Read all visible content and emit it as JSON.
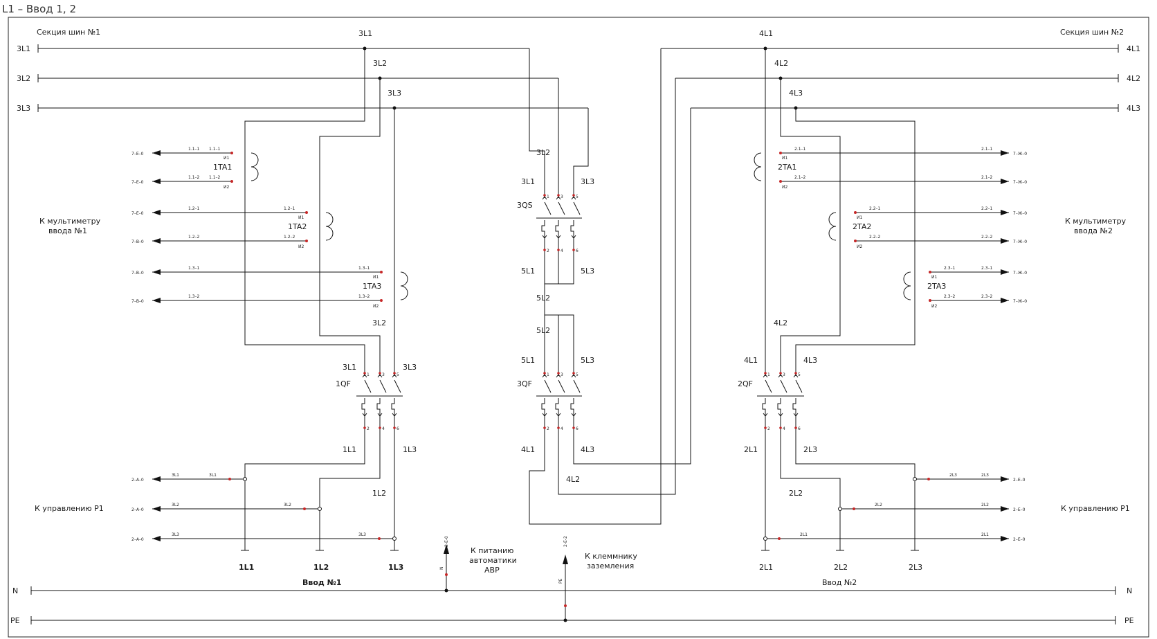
{
  "title": "L1 – Ввод 1, 2",
  "bus": {
    "section1": "Секция шин №1",
    "section2": "Секция шин №2",
    "left_labels": [
      "3L1",
      "3L2",
      "3L3"
    ],
    "right_labels": [
      "4L1",
      "4L2",
      "4L3"
    ],
    "n": "N",
    "pe": "PE"
  },
  "tap_labels_left": [
    "3L1",
    "3L2",
    "3L3"
  ],
  "tap_labels_right": [
    "4L1",
    "4L2",
    "4L3"
  ],
  "ct": {
    "names_left": [
      "1TA1",
      "1TA2",
      "1TA3"
    ],
    "names_right": [
      "2TA1",
      "2TA2",
      "2TA3"
    ],
    "i1": "И1",
    "i2": "И2",
    "left_wires": [
      [
        "1.1–1",
        "1.1–1",
        "7–Е–0"
      ],
      [
        "1.1–2",
        "1.1–2",
        "7–Е–0"
      ],
      [
        "1.2–1",
        "1.2–1",
        "7–Е–0"
      ],
      [
        "1.2–2",
        "1.2–2",
        "7–В–0"
      ],
      [
        "1.3–1",
        "1.3–1",
        "7–В–0"
      ],
      [
        "1.3–2",
        "1.3–2",
        "7–В–0"
      ]
    ],
    "right_wires": [
      [
        "2.1–1",
        "2.1–1",
        "7–Ж–0"
      ],
      [
        "2.1–2",
        "2.1–2",
        "7–Ж–0"
      ],
      [
        "2.2–1",
        "2.2–1",
        "7–Ж–0"
      ],
      [
        "2.2–2",
        "2.2–2",
        "7–Ж–0"
      ],
      [
        "2.3–1",
        "2.3–1",
        "7–Ж–0"
      ],
      [
        "2.3–2",
        "2.3–2",
        "7–Ж–0"
      ]
    ],
    "meter_left": [
      "К мультиметру",
      "ввода №1"
    ],
    "meter_right": [
      "К мультиметру",
      "ввода №2"
    ]
  },
  "switches": {
    "qs_name": "3QS",
    "qf_left": "1QF",
    "qf_mid": "3QF",
    "qf_right": "2QF",
    "pins_top": [
      "1",
      "3",
      "5"
    ],
    "pins_bottom": [
      "2",
      "4",
      "6"
    ]
  },
  "middle_labels": {
    "qs_top": [
      "3L1",
      "3L2",
      "3L3"
    ],
    "qs_bottom": [
      "5L1",
      "5L3"
    ],
    "mid_5l2a": "5L2",
    "mid_5l2b": "5L2",
    "qf_top": [
      "5L1",
      "5L3"
    ],
    "qf_bottom": [
      "4L1",
      "4L3"
    ],
    "qf_4l2": "4L2"
  },
  "feeder_left": {
    "l2_top": "3L2",
    "qf_top": [
      "3L1",
      "3L3"
    ],
    "qf_bottom": [
      "1L1",
      "1L3"
    ],
    "l2_bottom": "1L2",
    "ends": [
      "1L1",
      "1L2",
      "1L3"
    ],
    "ctrl_wires": [
      [
        "3L1",
        "3L1",
        "2–А–0"
      ],
      [
        "3L2",
        "3L2",
        "2–А–0"
      ],
      [
        "3L3",
        "3L3",
        "2–А–0"
      ]
    ],
    "ctrl_label": "К управлению Р1",
    "vvod": "Ввод №1"
  },
  "feeder_right": {
    "l2_top": "4L2",
    "qf_top": [
      "4L1",
      "4L3"
    ],
    "qf_bottom": [
      "2L1",
      "2L3"
    ],
    "l2_bottom": "2L2",
    "ends": [
      "2L1",
      "2L2",
      "2L3"
    ],
    "ctrl_wires": [
      [
        "2L3",
        "2L3",
        "2–Е–0"
      ],
      [
        "2L2",
        "2L2",
        "2–Е–0"
      ],
      [
        "2L1",
        "2L1",
        "2–Е–0"
      ]
    ],
    "ctrl_label": "К управлению Р1",
    "vvod": "Ввод №2"
  },
  "avr": {
    "lines": [
      "К питанию",
      "автоматики",
      "АВР"
    ],
    "code": "2-Е-0",
    "wire": "N"
  },
  "ground": {
    "lines": [
      "К клеммнику",
      "заземления"
    ],
    "code": "2-Е-2",
    "wire": "PE"
  }
}
